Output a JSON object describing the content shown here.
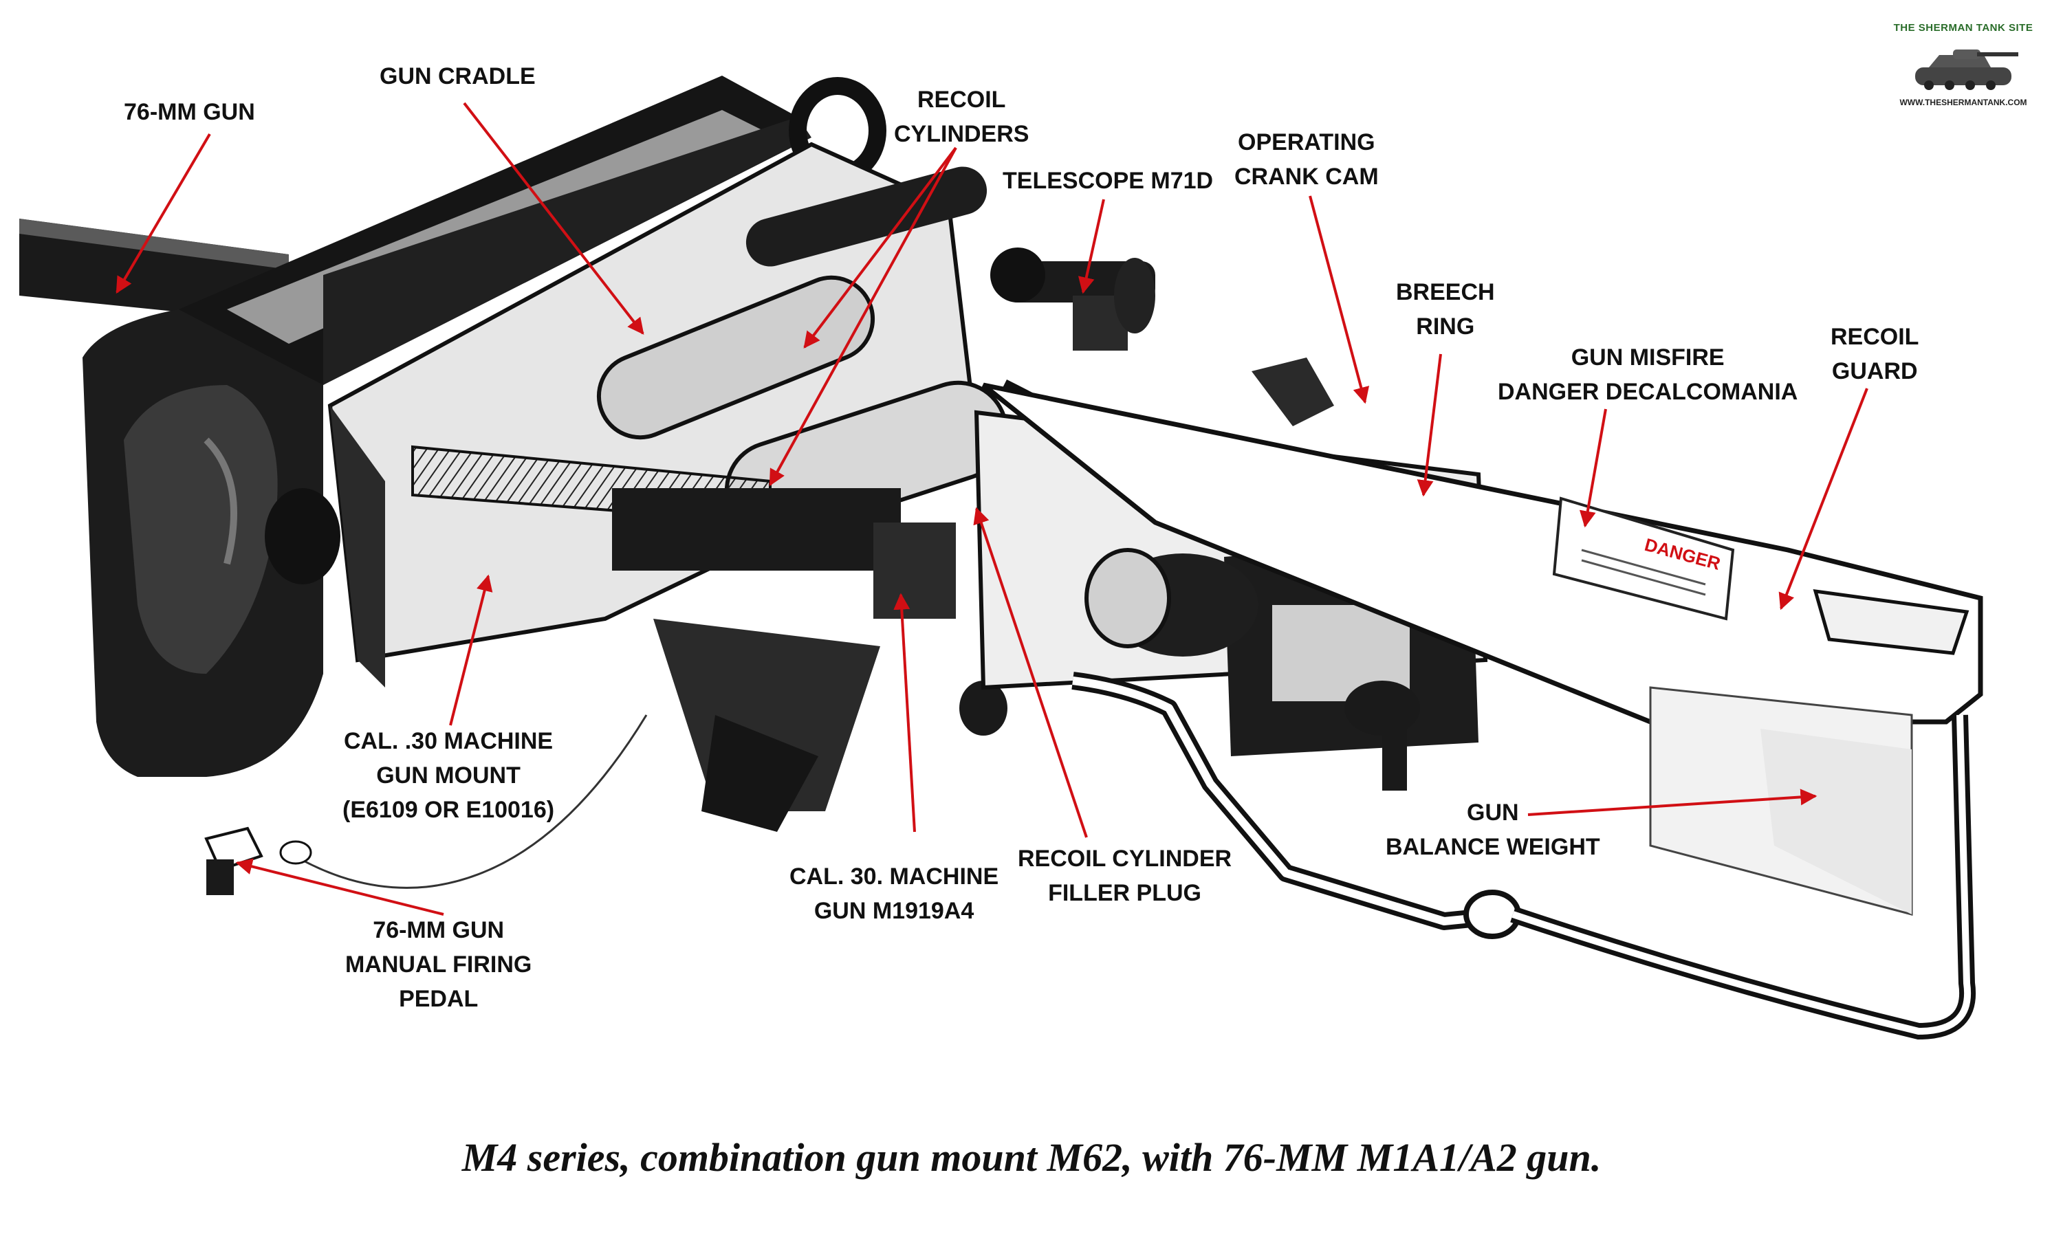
{
  "labels": {
    "gun_76mm": "76-MM GUN",
    "gun_cradle": "GUN CRADLE",
    "recoil_cylinders": [
      "RECOIL",
      "CYLINDERS"
    ],
    "telescope": "TELESCOPE M71D",
    "operating_crank_cam": [
      "OPERATING",
      "CRANK CAM"
    ],
    "breech_ring": [
      "BREECH",
      "RING"
    ],
    "gun_misfire": [
      "GUN MISFIRE",
      "DANGER DECALCOMANIA"
    ],
    "recoil_guard": [
      "RECOIL",
      "GUARD"
    ],
    "mg_mount": [
      "CAL. .30 MACHINE",
      "GUN MOUNT",
      "(E6109 OR E10016)"
    ],
    "firing_pedal": [
      "76-MM GUN",
      "MANUAL FIRING",
      "PEDAL"
    ],
    "mg_m1919": [
      "CAL. 30. MACHINE",
      "GUN M1919A4"
    ],
    "filler_plug": [
      "RECOIL CYLINDER",
      "FILLER PLUG"
    ],
    "balance_weight": [
      "GUN",
      "BALANCE WEIGHT"
    ]
  },
  "decal_text": "DANGER",
  "caption": "M4 series, combination gun mount M62, with 76-MM M1A1/A2 gun.",
  "logo": {
    "title": "THE SHERMAN TANK SITE",
    "url": "WWW.THESHERMANTANK.COM"
  },
  "colors": {
    "arrow": "#d10f14",
    "ink": "#111111",
    "logo_green": "#2a6d2a"
  }
}
